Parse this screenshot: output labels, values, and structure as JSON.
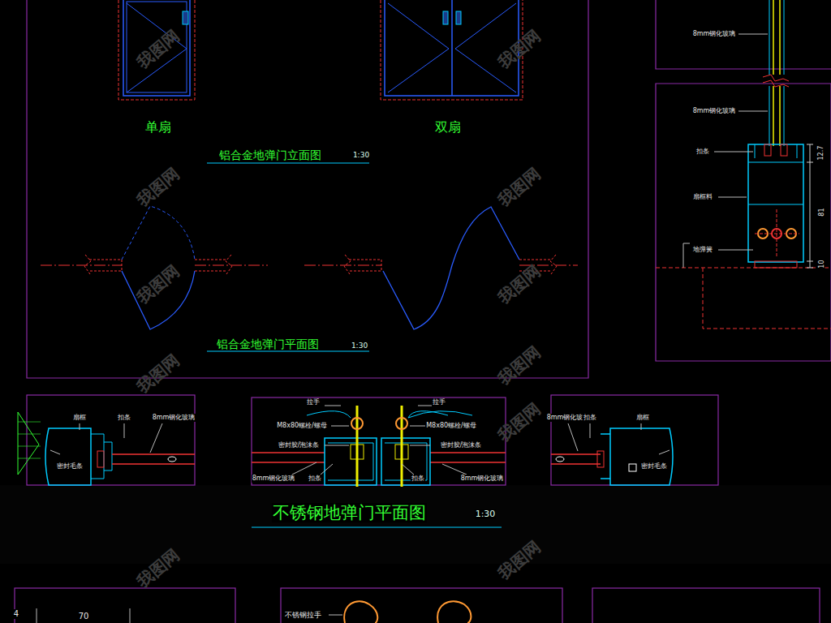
{
  "diagram": {
    "labels": [
      "单扇",
      "双扇",
      "铝合金地弹门立面图",
      "1:30",
      "铝合金地弹门平面图",
      "1:30",
      "8mm钢化玻璃",
      "8mm钢化玻璃",
      "扣条",
      "扇框料",
      "地弹簧",
      "12.7",
      "81",
      "10",
      "扇框",
      "扣条",
      "8mm钢化玻璃",
      "密封毛条",
      "拉手",
      "拉手",
      "M8x80螺栓/螺母",
      "M8x80螺栓/螺母",
      "密封胶/泡沫条",
      "密封胶/泡沫条",
      "8mm钢化玻璃",
      "扣条",
      "扣条",
      "8mm钢化玻璃",
      "8mm钢化玻璃",
      "扣条",
      "扇框",
      "密封毛条",
      "不锈钢地弹门平面图",
      "1:30",
      "4",
      "70",
      "不锈钢拉手",
      "我图网",
      "我图网",
      "我图网",
      "我图网",
      "我图网",
      "我图网",
      "我图网",
      "我图网",
      "我图网",
      "我图网",
      "我图网"
    ]
  }
}
